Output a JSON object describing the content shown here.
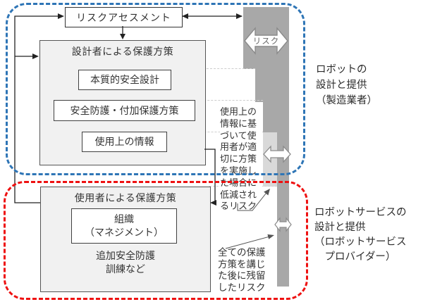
{
  "diagram": {
    "risk_assessment": "リスクアセスメント",
    "designer_panel_title": "設計者による保護方策",
    "inherent_safety_design": "本質的安全設計",
    "safeguarding_measures": "安全防護・付加保護方策",
    "information_for_use": "使用上の情報",
    "user_panel_title": "使用者による保護方策",
    "organization": "組織\n（マネジメント）",
    "additional_measures": "追加安全防護\n訓練など",
    "risk_arrow_label": "リスク",
    "reduced_risk_note": "使用上の\n情報に基\nづいて使\n用者が適\n切に方策\nを実施し\nた場合に\n低減され\nるリスク",
    "residual_risk_note": "全ての保護\n方策を講じ\nた後に残留\nしたリスク",
    "manufacturer_label": "ロボットの\n設計と提供\n（製造業者）",
    "provider_label": "ロボットサービスの\n設計と提供\n（ロボットサービス\n　プロバイダー）"
  },
  "colors": {
    "blue_dashed": "#2e75b6",
    "red_dashed": "#ee1111",
    "bar_dark": "#a8a8a8",
    "bar_light": "#d9d9d9",
    "panel_fill": "#f1f1f1",
    "line": "#222222"
  }
}
